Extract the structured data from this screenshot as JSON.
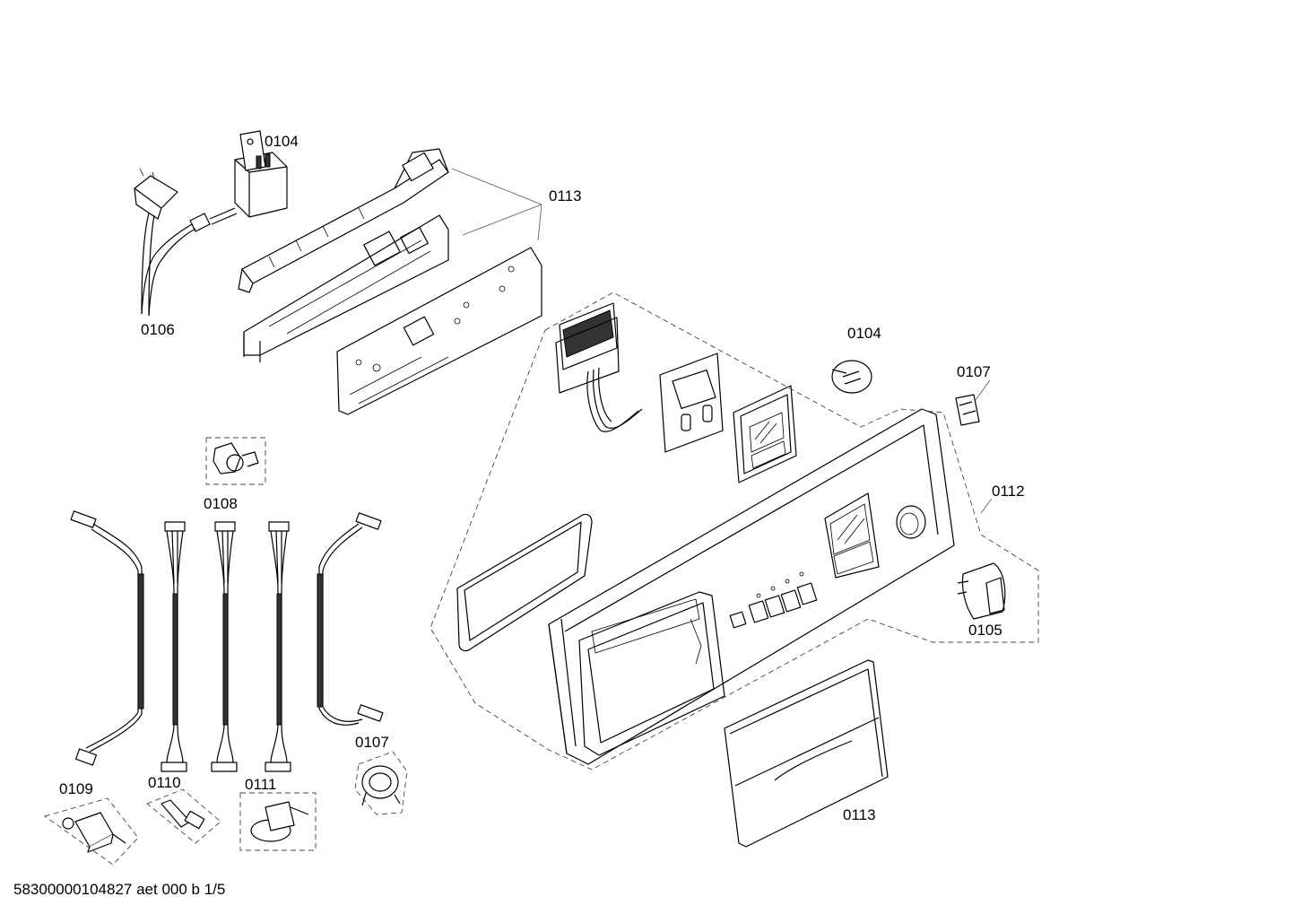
{
  "labels": {
    "power_cable": "0106",
    "suppressor_top": "0104",
    "module_group_top": "0113",
    "knob_cap": "0104",
    "clip_right": "0107",
    "fascia_panel": "0112",
    "selector_knob": "0105",
    "dispenser_handle": "0113",
    "connector_0108": "0108",
    "harness_0109": "0109",
    "harness_0110": "0110",
    "harness_0111": "0111",
    "sensor_0107": "0107"
  },
  "footer": {
    "document_code": "58300000104827 aet 000 b 1/5"
  }
}
